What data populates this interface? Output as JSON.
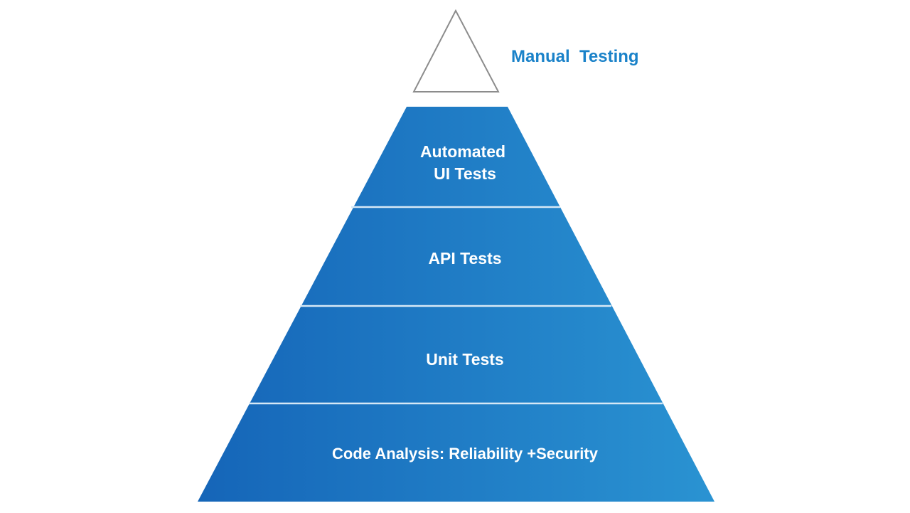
{
  "diagram": {
    "top_label": "Manual  Testing",
    "layers": [
      {
        "lines": [
          "Automated",
          "UI Tests"
        ]
      },
      {
        "lines": [
          "API Tests"
        ]
      },
      {
        "lines": [
          "Unit Tests"
        ]
      },
      {
        "lines": [
          "Code Analysis: Reliability +Security"
        ]
      }
    ]
  },
  "colors": {
    "pyramid_blue_left": "#1565b8",
    "pyramid_blue_right": "#2a93d2",
    "divider": "#d6e8f6",
    "label_blue": "#1a82c9",
    "outline_gray": "#8c8c8c"
  }
}
